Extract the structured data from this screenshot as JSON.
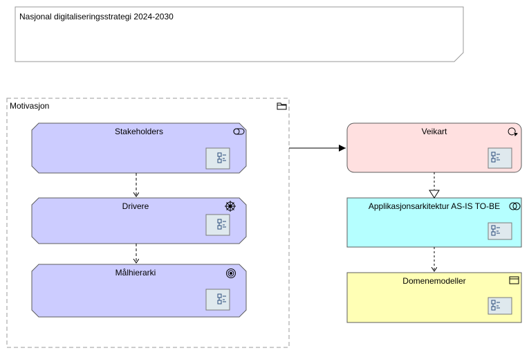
{
  "note": {
    "text": "Nasjonal digitaliseringsstrategi 2024-2030"
  },
  "group": {
    "label": "Motivasjon",
    "icon": "folder-icon"
  },
  "elements": {
    "stakeholders": {
      "label": "Stakeholders",
      "icon": "stakeholder-icon",
      "fill": "#ccccff"
    },
    "drivere": {
      "label": "Drivere",
      "icon": "driver-icon",
      "fill": "#ccccff"
    },
    "malhierarki": {
      "label": "Målhierarki",
      "icon": "goal-icon",
      "fill": "#ccccff"
    },
    "veikart": {
      "label": "Veikart",
      "icon": "work-package-icon",
      "fill": "#ffe0e0"
    },
    "applikasjon": {
      "label": "Applikasjonsarkitektur AS-IS TO-BE",
      "icon": "application-collaboration-icon",
      "fill": "#b5ffff"
    },
    "domenemodeller": {
      "label": "Domenemodeller",
      "icon": "data-object-icon",
      "fill": "#ffffb5"
    }
  },
  "colors": {
    "stroke": "#5c5c5c",
    "group_border": "#999999",
    "note_border": "#999999",
    "submodel_fill": "#dfe9ee"
  }
}
